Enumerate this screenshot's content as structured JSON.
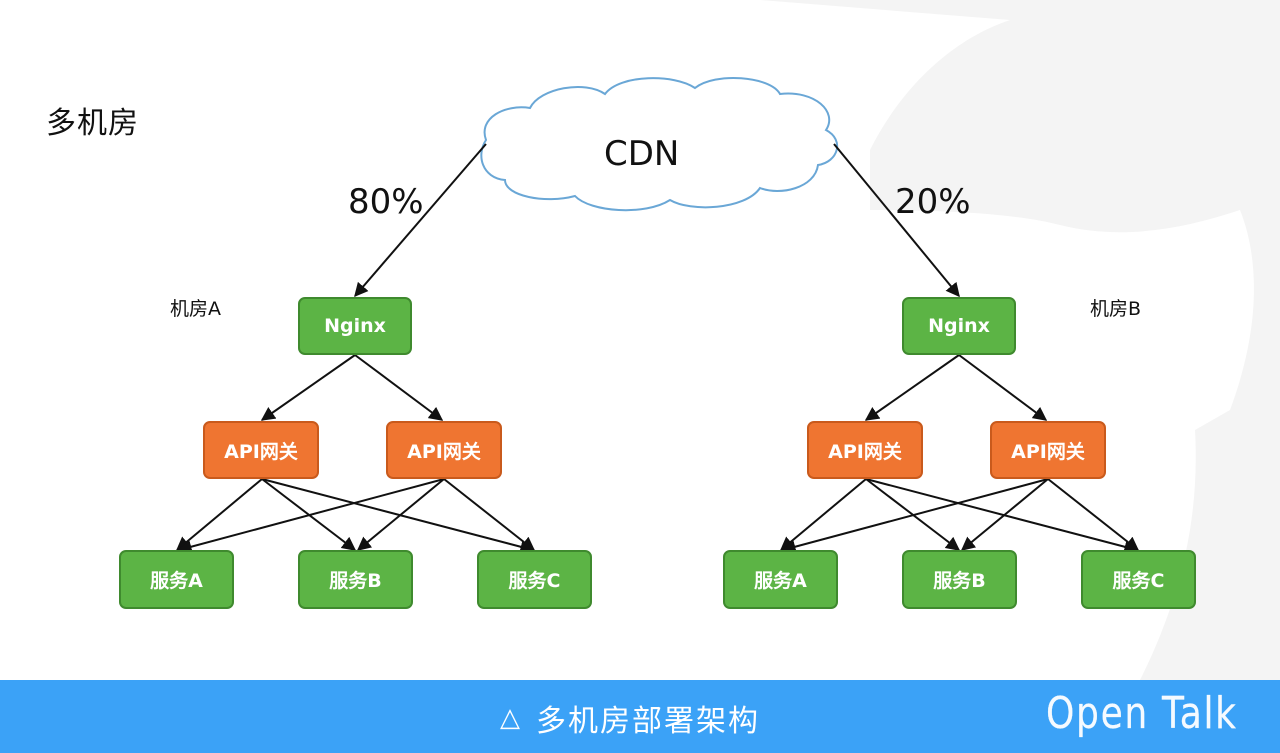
{
  "slide": {
    "title": "多机房",
    "colors": {
      "node_green": "#5cb445",
      "node_orange": "#ef7531",
      "cloud_stroke": "#6aa7d6",
      "footer_bg": "#3ba2f7",
      "background_shape": "#f4f4f4"
    }
  },
  "cdn": {
    "label": "CDN"
  },
  "traffic": {
    "to_a": "80%",
    "to_b": "20%"
  },
  "datacenters": [
    {
      "label": "机房A",
      "nginx": "Nginx",
      "gateways": [
        "API网关",
        "API网关"
      ],
      "services": [
        "服务A",
        "服务B",
        "服务C"
      ]
    },
    {
      "label": "机房B",
      "nginx": "Nginx",
      "gateways": [
        "API网关",
        "API网关"
      ],
      "services": [
        "服务A",
        "服务B",
        "服务C"
      ]
    }
  ],
  "footer": {
    "caption_icon": "triangle-icon",
    "caption_glyph": "△",
    "caption": "多机房部署架构",
    "brand": "Open Talk"
  }
}
